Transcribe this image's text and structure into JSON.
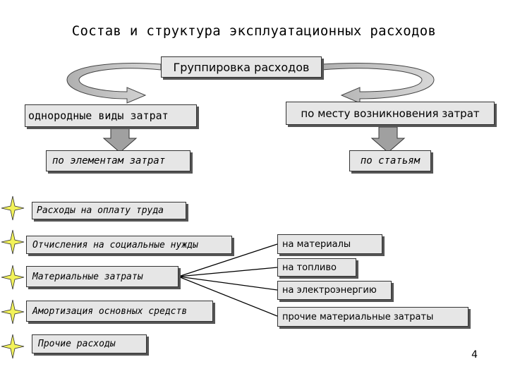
{
  "title": "Состав и структура эксплуатационных расходов",
  "grouping": "Группировка расходов",
  "left_branch": {
    "header": "однородные виды затрат",
    "sub": "по элементам затрат",
    "items": [
      "Расходы на оплату труда",
      "Отчисления на социальные нужды",
      "Материальные затраты",
      "Амортизация основных средств",
      "Прочие расходы"
    ]
  },
  "right_branch": {
    "header": "по месту возникновения затрат",
    "sub": "по статьям",
    "items": [
      "на материалы",
      "на топливо",
      "на электроэнергию",
      "прочие материальные затраты"
    ]
  },
  "page_number": "4",
  "colors": {
    "box_fill": "#e6e6e6",
    "arrow_fill": "#a0a0a0",
    "star_fill": "#f2f25a"
  }
}
